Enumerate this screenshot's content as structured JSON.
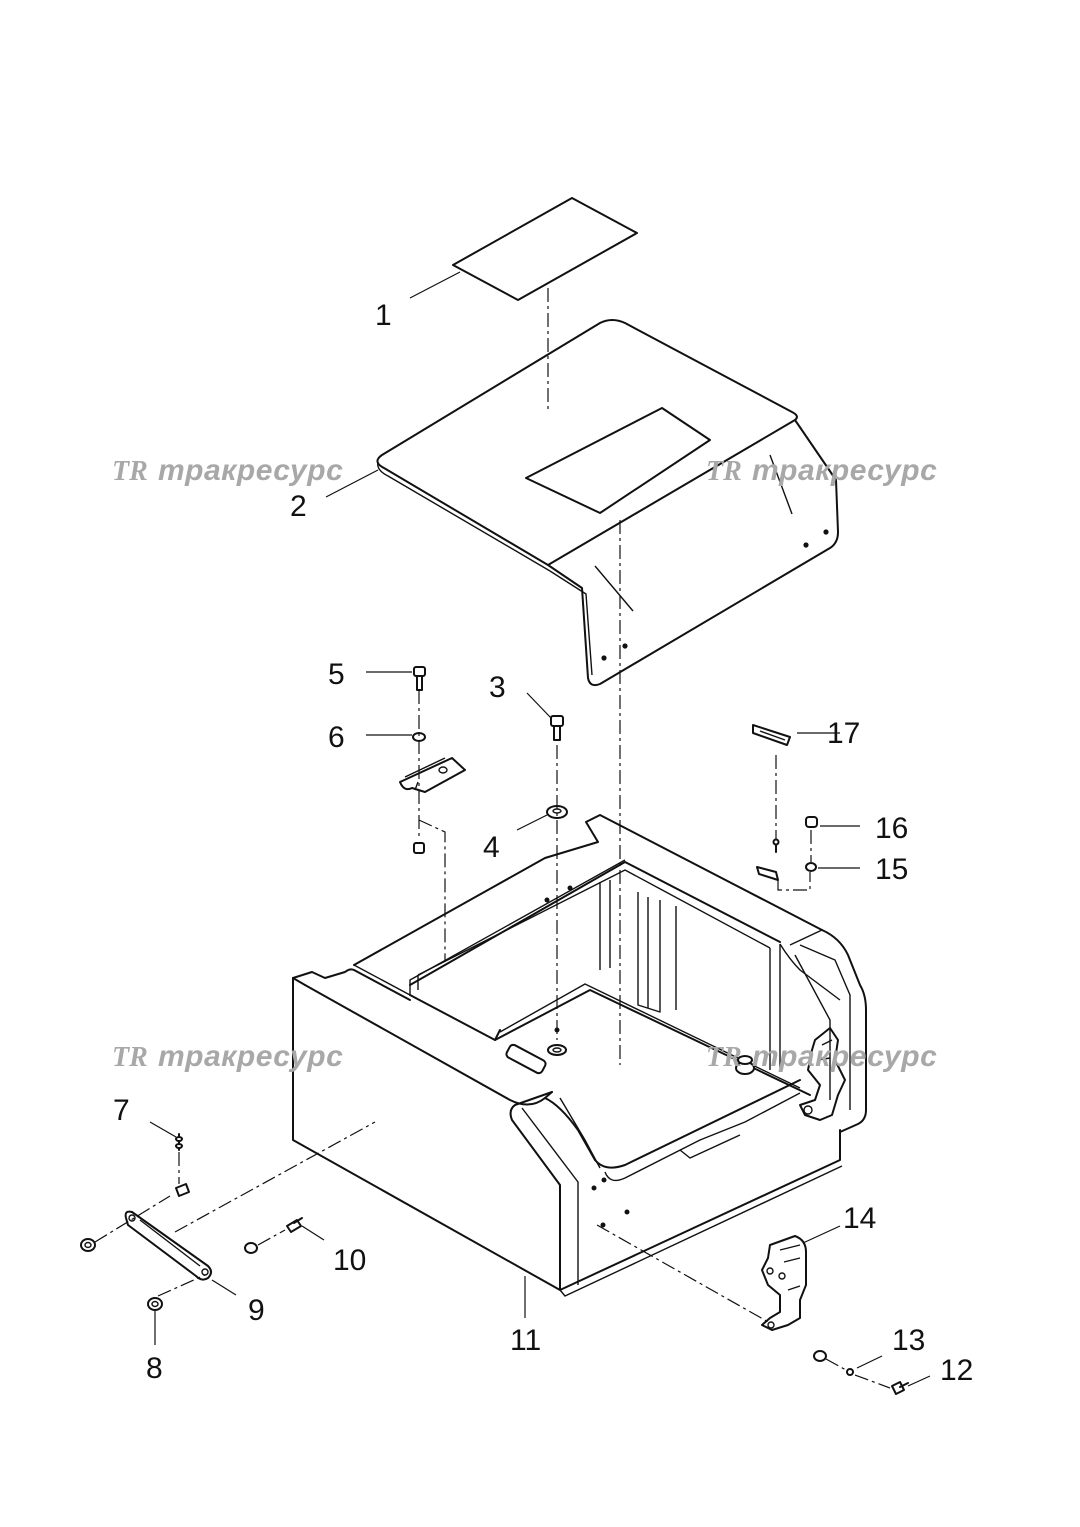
{
  "watermark": {
    "logo": "TR",
    "text": "тракресурс"
  },
  "callouts": [
    {
      "id": "1",
      "label": "1"
    },
    {
      "id": "2",
      "label": "2"
    },
    {
      "id": "3",
      "label": "3"
    },
    {
      "id": "4",
      "label": "4"
    },
    {
      "id": "5",
      "label": "5"
    },
    {
      "id": "6",
      "label": "6"
    },
    {
      "id": "7",
      "label": "7"
    },
    {
      "id": "8",
      "label": "8"
    },
    {
      "id": "9",
      "label": "9"
    },
    {
      "id": "10",
      "label": "10"
    },
    {
      "id": "11",
      "label": "11"
    },
    {
      "id": "12",
      "label": "12"
    },
    {
      "id": "13",
      "label": "13"
    },
    {
      "id": "14",
      "label": "14"
    },
    {
      "id": "15",
      "label": "15"
    },
    {
      "id": "16",
      "label": "16"
    },
    {
      "id": "17",
      "label": "17"
    }
  ]
}
